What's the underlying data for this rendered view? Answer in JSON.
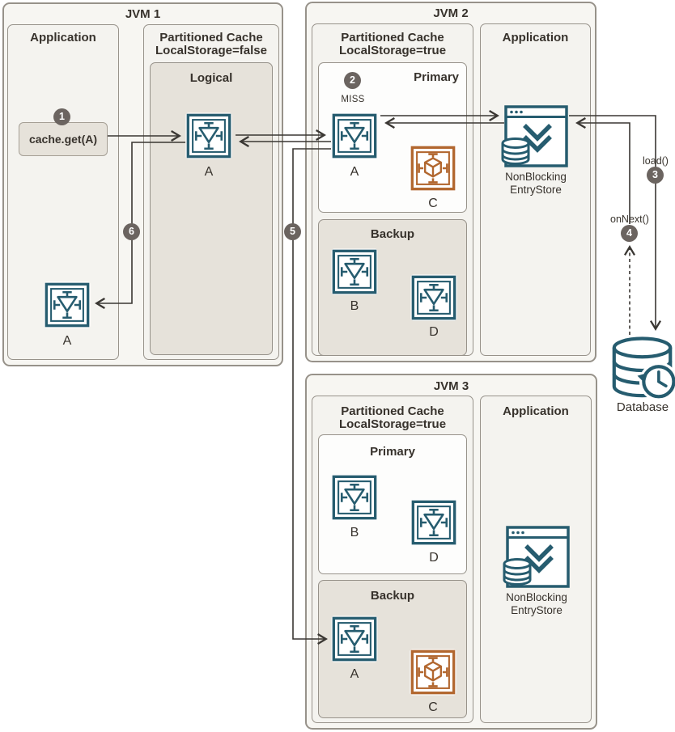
{
  "colors": {
    "teal": "#265c6f",
    "orange": "#b2672f",
    "circle": "#6b6460",
    "border": "#97928a",
    "light": "#f7f6f2",
    "panel": "#f4f3ef",
    "beige": "#e6e2da",
    "primary_bg": "#fdfdfc",
    "ink": "#37322c",
    "arrow": "#3a3733"
  },
  "jvm1": {
    "title": "JVM 1",
    "application": {
      "title": "Application",
      "cache_get": "cache.get(A)",
      "icon_a": "A"
    },
    "partitioned_cache": {
      "title1": "Partitioned Cache",
      "title2": "LocalStorage=false",
      "logical": {
        "title": "Logical",
        "icon_a": "A"
      }
    }
  },
  "jvm2": {
    "title": "JVM 2",
    "partitioned_cache": {
      "title1": "Partitioned Cache",
      "title2": "LocalStorage=true",
      "primary": {
        "title": "Primary",
        "miss": "MISS",
        "icon_a": "A",
        "icon_c": "C"
      },
      "backup": {
        "title": "Backup",
        "icon_b": "B",
        "icon_d": "D"
      }
    },
    "application": {
      "title": "Application",
      "entrystore1": "NonBlocking",
      "entrystore2": "EntryStore"
    }
  },
  "jvm3": {
    "title": "JVM 3",
    "partitioned_cache": {
      "title1": "Partitioned Cache",
      "title2": "LocalStorage=true",
      "primary": {
        "title": "Primary",
        "icon_b": "B",
        "icon_d": "D"
      },
      "backup": {
        "title": "Backup",
        "icon_a": "A",
        "icon_c": "C"
      }
    },
    "application": {
      "title": "Application",
      "entrystore1": "NonBlocking",
      "entrystore2": "EntryStore"
    }
  },
  "database": {
    "label": "Database"
  },
  "steps": {
    "s1": "1",
    "s2": "2",
    "s3": "3",
    "s4": "4",
    "s5": "5",
    "s6": "6"
  },
  "labels": {
    "load": "load()",
    "onnext": "onNext()"
  }
}
